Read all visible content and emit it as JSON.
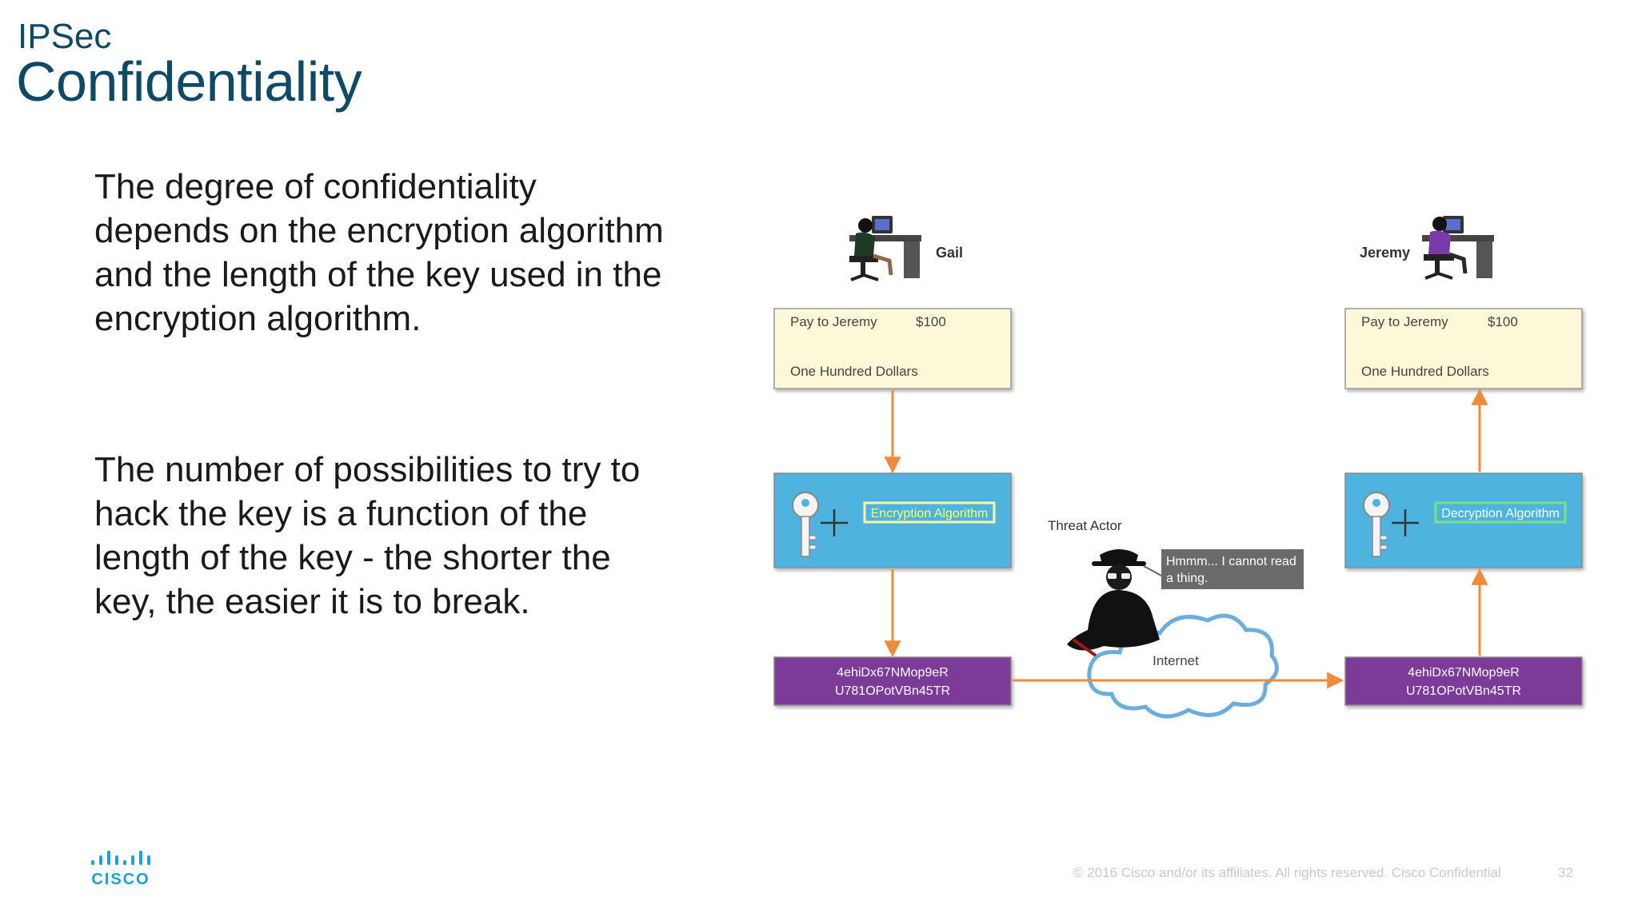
{
  "slide": {
    "section": "IPSec",
    "title": "Confidentiality",
    "paragraphs": [
      "The degree of confidentiality depends on the encryption algorithm and the length of the key used in the encryption algorithm.",
      "The number of possibilities to try to hack the key is a function of the length of the key - the shorter the key, the easier it is to break."
    ]
  },
  "diagram": {
    "sender_name": "Gail",
    "receiver_name": "Jeremy",
    "check_left": {
      "pay_to": "Pay to Jeremy",
      "amount": "$100",
      "words": "One Hundred Dollars"
    },
    "check_right": {
      "pay_to": "Pay to Jeremy",
      "amount": "$100",
      "words": "One Hundred Dollars"
    },
    "encryption_label": "Encryption Algorithm",
    "decryption_label": "Decryption Algorithm",
    "cipher_left": {
      "line1": "4ehiDx67NMop9eR",
      "line2": "U781OPotVBn45TR"
    },
    "cipher_right": {
      "line1": "4ehiDx67NMop9eR",
      "line2": "U781OPotVBn45TR"
    },
    "threat_actor_label": "Threat Actor",
    "speech": {
      "line1": "Hmmm... I cannot read",
      "line2": "a thing."
    },
    "internet_label": "Internet",
    "colors": {
      "check_fill": "#fdf8d8",
      "key_box_fill": "#4fb3e0",
      "cipher_fill": "#7b3b98",
      "arrow": "#f08a3c",
      "enc_label_text": "#ffff66",
      "dec_label_text": "#ffffff"
    }
  },
  "footer": {
    "logo_text": "CISCO",
    "copyright": "© 2016  Cisco and/or its affiliates. All rights reserved.   Cisco Confidential",
    "page": "32"
  }
}
